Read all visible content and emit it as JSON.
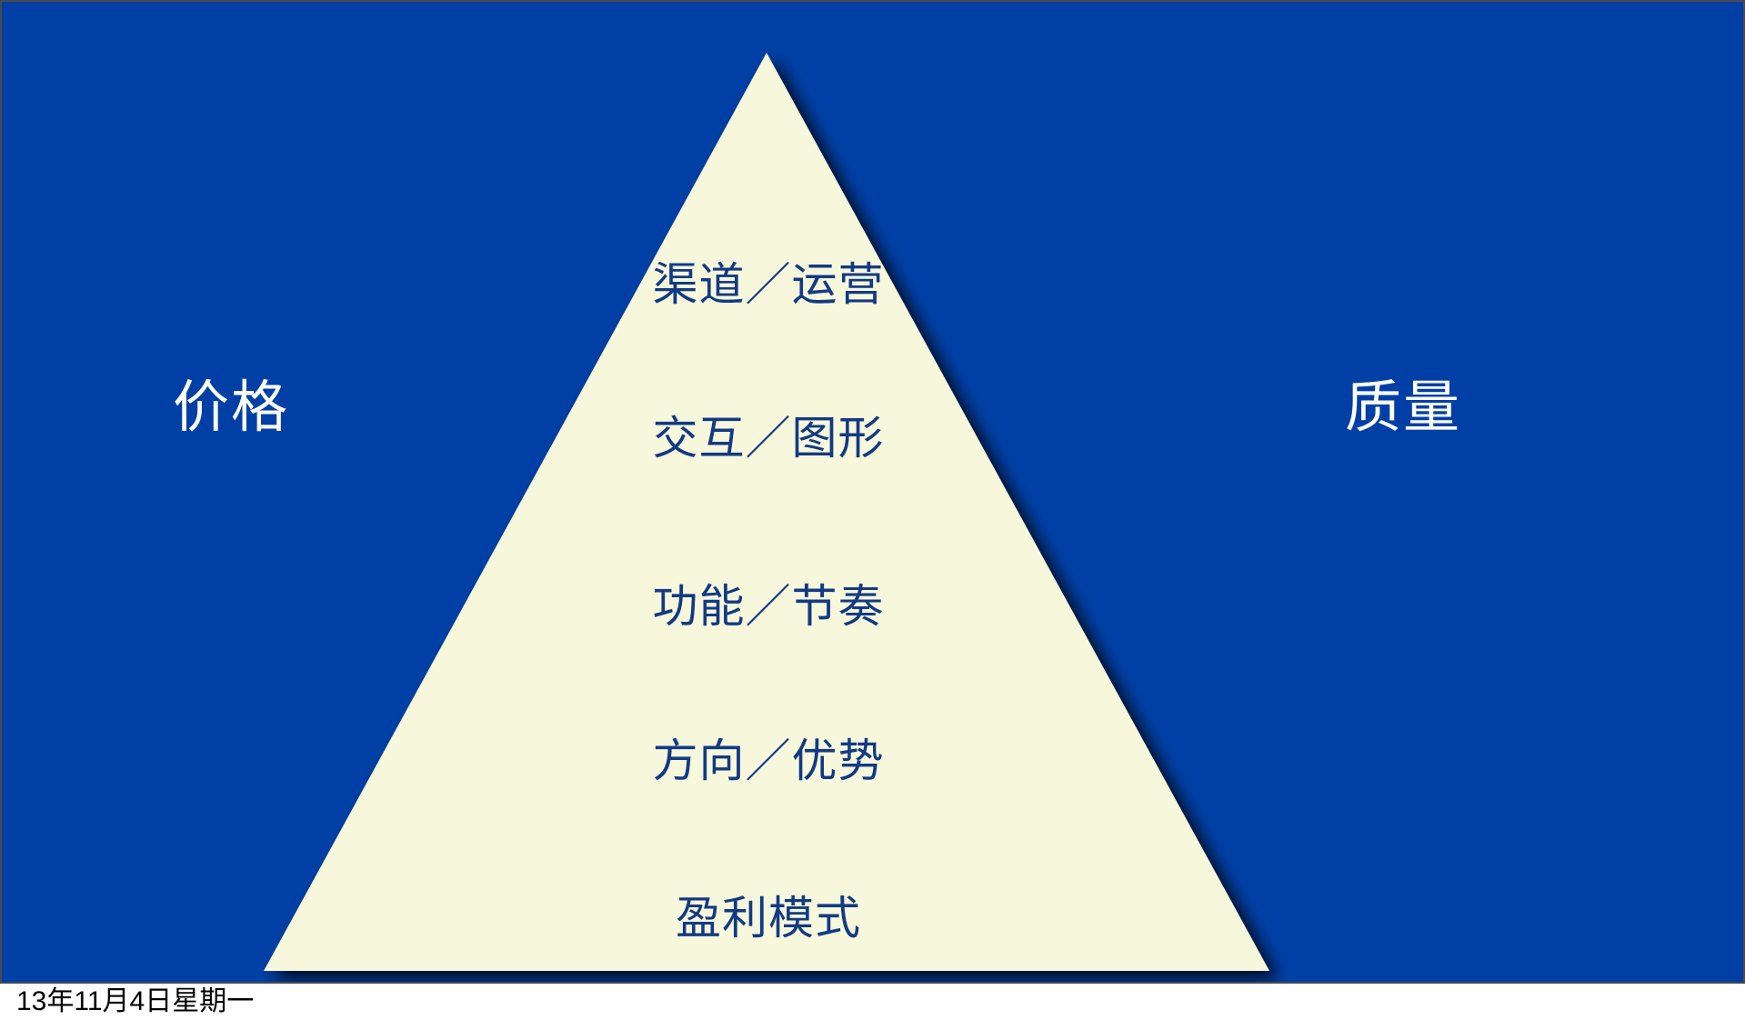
{
  "slide": {
    "background_color": "#0040a6",
    "border_color": "#4a4a4a",
    "left_label": "价格",
    "right_label": "质量",
    "pyramid": {
      "fill_color": "#f7f7dc",
      "text_color": "#123a84",
      "tiers": [
        {
          "label": "渠道／运营"
        },
        {
          "label": "交互／图形"
        },
        {
          "label": "功能／节奏"
        },
        {
          "label": "方向／优势"
        },
        {
          "label": "盈利模式"
        }
      ]
    }
  },
  "footer": {
    "date": "13年11月4日星期一"
  }
}
